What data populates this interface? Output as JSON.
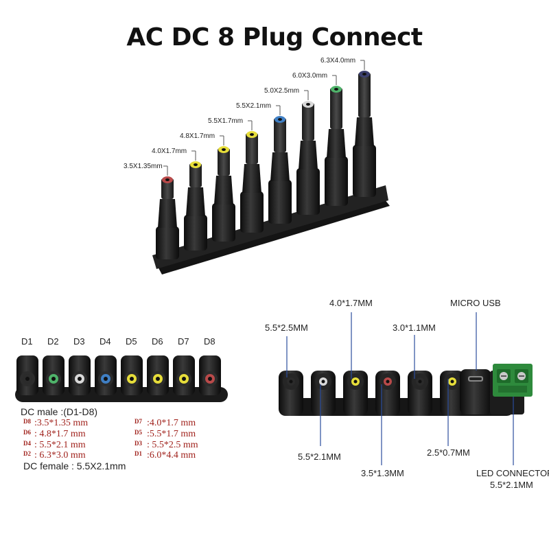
{
  "title": "AC DC 8 Plug Connect",
  "top_plugs": [
    {
      "label": "3.5X1.35mm",
      "tip_color": "#b94a4a"
    },
    {
      "label": "4.0X1.7mm",
      "tip_color": "#e6dd3a"
    },
    {
      "label": "4.8X1.7mm",
      "tip_color": "#e6dd3a"
    },
    {
      "label": "5.5X1.7mm",
      "tip_color": "#e6dd3a"
    },
    {
      "label": "5.5X2.1mm",
      "tip_color": "#3f7fc4"
    },
    {
      "label": "5.0X2.5mm",
      "tip_color": "#d9d9d9"
    },
    {
      "label": "6.0X3.0mm",
      "tip_color": "#4fb36a"
    },
    {
      "label": "6.3X4.0mm",
      "tip_color": "#3b3f6e"
    }
  ],
  "left_plugs": [
    {
      "label": "D1",
      "tip_color": "#2b2b2b"
    },
    {
      "label": "D2",
      "tip_color": "#4fb36a"
    },
    {
      "label": "D3",
      "tip_color": "#d9d9d9"
    },
    {
      "label": "D4",
      "tip_color": "#3f7fc4"
    },
    {
      "label": "D5",
      "tip_color": "#e6dd3a"
    },
    {
      "label": "D6",
      "tip_color": "#e6dd3a"
    },
    {
      "label": "D7",
      "tip_color": "#e6dd3a"
    },
    {
      "label": "D8",
      "tip_color": "#b94a4a"
    }
  ],
  "specs": {
    "male_heading": "DC male :(D1-D8)",
    "left": [
      {
        "code": "D8",
        "value": ":3.5*1.35 mm"
      },
      {
        "code": "D6",
        "value": ": 4.8*1.7  mm"
      },
      {
        "code": "D4",
        "value": ": 5.5*2.1  mm"
      },
      {
        "code": "D2",
        "value": ": 6.3*3.0  mm"
      }
    ],
    "right": [
      {
        "code": "D7",
        "value": ":4.0*1.7  mm"
      },
      {
        "code": "D5",
        "value": ":5.5*1.7  mm"
      },
      {
        "code": "D3",
        "value": ": 5.5*2.5 mm"
      },
      {
        "code": "D1",
        "value": ":6.0*4.4  mm"
      }
    ],
    "female": "DC female : 5.5X2.1mm"
  },
  "right_callouts": {
    "top": [
      "5.5*2.5MM",
      "4.0*1.7MM",
      "3.0*1.1MM",
      "MICRO USB"
    ],
    "bottom": [
      "5.5*2.1MM",
      "3.5*1.3MM",
      "2.5*0.7MM"
    ],
    "led_connector": "LED CONNECTOR",
    "led_size": "5.5*2.1MM"
  },
  "colors": {
    "plug_body": "#1c1c1c",
    "terminal": "#2e8a3c",
    "spec_red": "#a0221c"
  }
}
